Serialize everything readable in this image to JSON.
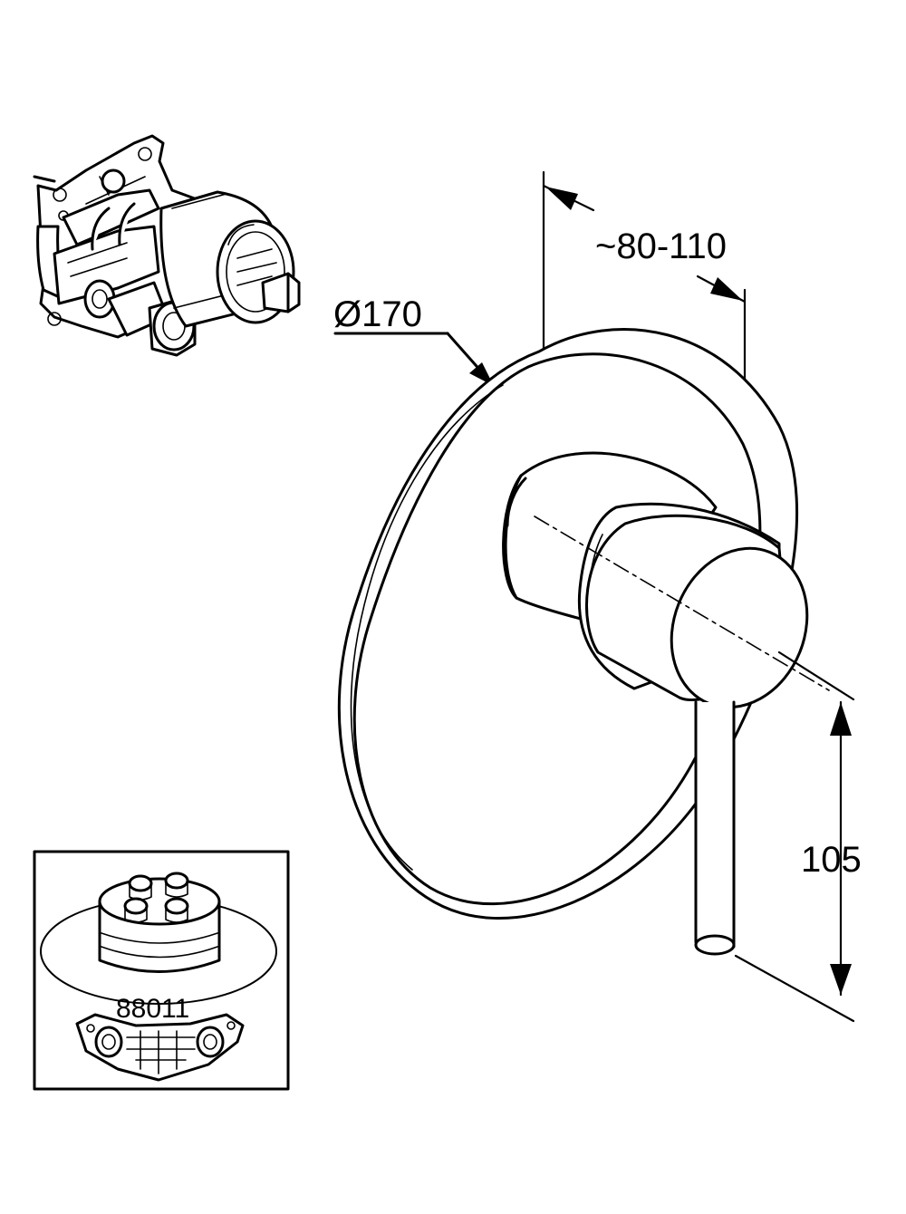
{
  "dimensions": {
    "diameter": "Ø170",
    "depth": "~80-110",
    "lever_height": "105"
  },
  "inset": {
    "part_number": "88011"
  },
  "colors": {
    "line": "#000000",
    "background": "#ffffff"
  }
}
